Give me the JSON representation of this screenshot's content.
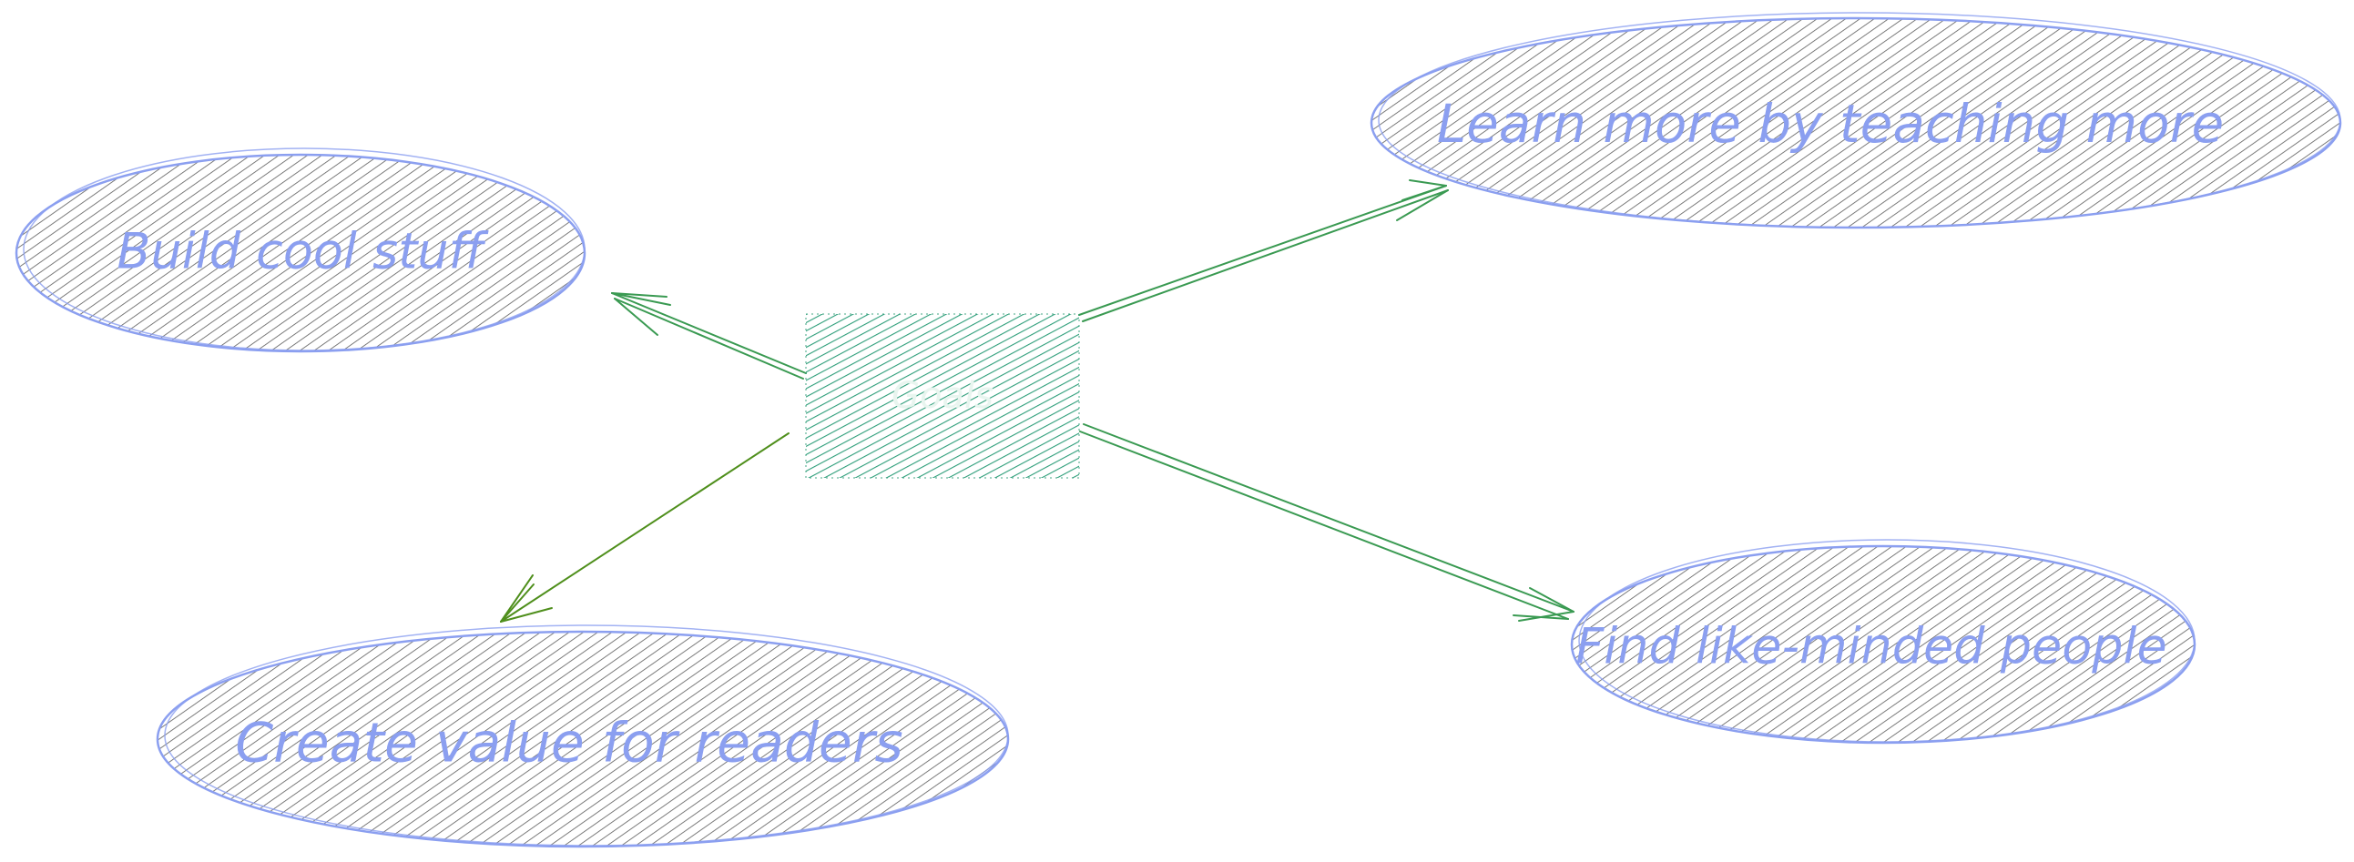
{
  "diagram": {
    "center": {
      "label": "Goals",
      "fill_color": "#2e9e7a",
      "text_color": "#e8f5ef"
    },
    "nodes": [
      {
        "id": "learn",
        "label": "Learn more by teaching more"
      },
      {
        "id": "build",
        "label": "Build cool stuff"
      },
      {
        "id": "create",
        "label": "Create value for readers"
      },
      {
        "id": "find",
        "label": "Find like-minded people"
      }
    ],
    "colors": {
      "ellipse_stroke": "#8b9ff0",
      "ellipse_hatch": "#555555",
      "label_text": "#8b9ff0",
      "arrow": "#3a9a52",
      "arrow_dark": "#4f8f1c"
    }
  }
}
